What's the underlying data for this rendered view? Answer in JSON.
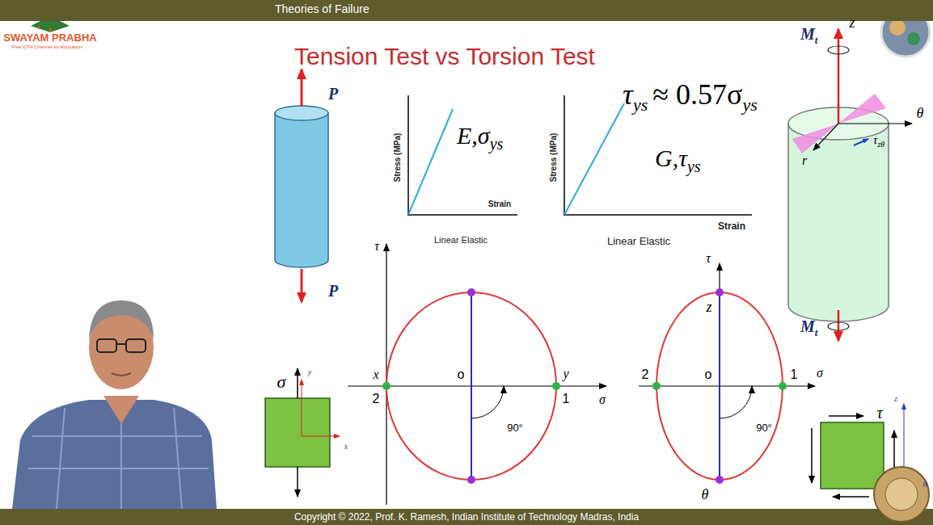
{
  "diagram": {
    "title": "Tension Test vs Torsion Test",
    "caption": "Copyright © 2022, Prof. K. Ramesh, Indian Institute of Technology Madras, India",
    "nodes": [
      {
        "text": [
          "Theories of Failure"
        ]
      }
    ],
    "labels": [
      "SWAYAM PRABHA",
      "Free DTH Channel for Education",
      "P",
      "P",
      "Stress (MPa)",
      "Strain",
      "E,σ",
      "ys",
      "Stress (MPa)",
      "Strain",
      "G,τ",
      "ys",
      "Linear Elastic",
      "Linear Elastic",
      "τ",
      "ys",
      "≈ 0.57σ",
      "ys",
      "M",
      "t",
      "z",
      "θ",
      "r",
      "τ",
      "zθ",
      "M",
      "t",
      "σ",
      "y",
      "x",
      "τ",
      "x",
      "2",
      "o",
      "y",
      "1",
      "σ",
      "90°",
      "τ",
      "z",
      "2",
      "o",
      "1",
      "σ",
      "θ",
      "90°",
      "τ",
      "z",
      "θ"
    ]
  }
}
